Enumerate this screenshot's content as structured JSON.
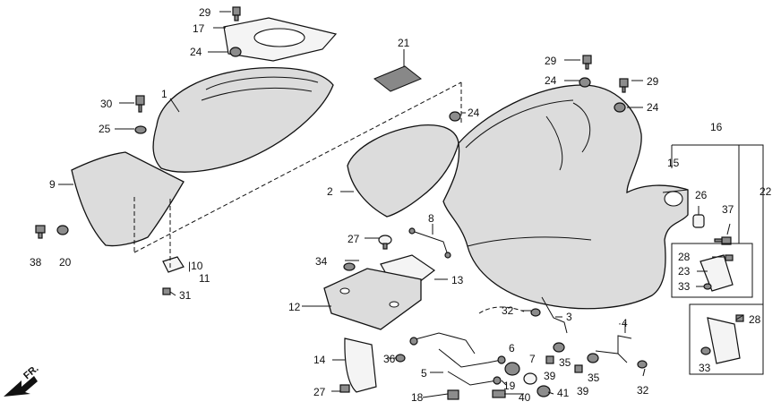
{
  "labels": {
    "l1": "1",
    "l2": "2",
    "l3": "3",
    "l4": "4",
    "l5": "5",
    "l6": "6",
    "l7": "7",
    "l8": "8",
    "l9": "9",
    "l10_11": "10",
    "l11": "11",
    "l12": "12",
    "l13": "13",
    "l14": "14",
    "l15": "15",
    "l16": "16",
    "l17": "17",
    "l18": "18",
    "l19": "19",
    "l20": "20",
    "l21": "21",
    "l22": "22",
    "l23": "23",
    "l24": "24",
    "l25": "25",
    "l26": "26",
    "l27": "27",
    "l28": "28",
    "l29": "29",
    "l30": "30",
    "l31": "31",
    "l32": "32",
    "l33": "33",
    "l34": "34",
    "l35": "35",
    "l36": "36",
    "l37": "37",
    "l38": "38",
    "l39": "39",
    "l40": "40",
    "l41": "41"
  },
  "callouts": {
    "c29_top": "29",
    "c17": "17",
    "c24_a": "24",
    "c30": "30",
    "c25": "25",
    "c9": "9",
    "c38": "38",
    "c20": "20",
    "c10": "10",
    "c11": "11",
    "c31": "31",
    "c21": "21",
    "c29_b": "29",
    "c24_b": "24",
    "c29_c": "29",
    "c24_c": "24",
    "c24_d": "24",
    "c16": "16",
    "c15": "15",
    "c2": "2",
    "c8": "8",
    "c26": "26",
    "c37": "37",
    "c22": "22",
    "c27_a": "27",
    "c28_a": "28",
    "c23": "23",
    "c33_a": "33",
    "c34": "34",
    "c13": "13",
    "c12": "12",
    "c32_a": "32",
    "c3": "3",
    "c4": "4",
    "c28_b": "28",
    "c33_b": "33",
    "c14": "14",
    "c36": "36",
    "c6": "6",
    "c7": "7",
    "c35_a": "35",
    "c5": "5",
    "c39_a": "39",
    "c35_b": "35",
    "c19": "19",
    "c39_b": "39",
    "c32_b": "32",
    "c27_b": "27",
    "c18": "18",
    "c40": "40",
    "c41": "41"
  },
  "direction": {
    "front_label": "FR."
  },
  "icons": {
    "front_arrow": "arrow-left-down"
  }
}
